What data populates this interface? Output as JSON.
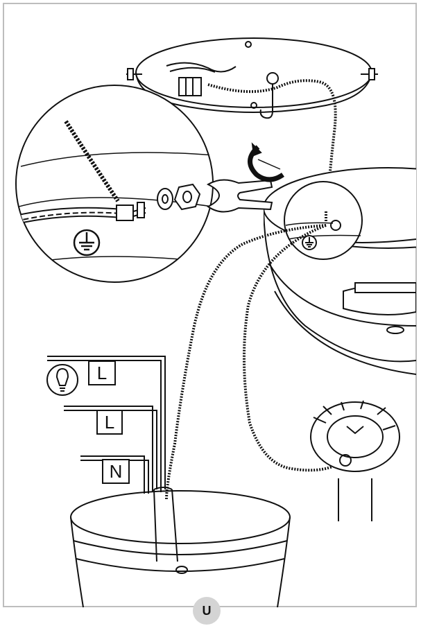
{
  "labels": {
    "line_1": "L",
    "line_2": "L",
    "neutral": "N"
  },
  "page_marker": "U",
  "icons": [
    "ground-symbol-icon",
    "bulb-icon",
    "rotation-arrow-icon",
    "wrench-icon",
    "hook-icon"
  ],
  "colors": {
    "line": "#111111",
    "frame": "#bdbdbd",
    "badge": "#d4d4d4",
    "background": "#ffffff"
  }
}
